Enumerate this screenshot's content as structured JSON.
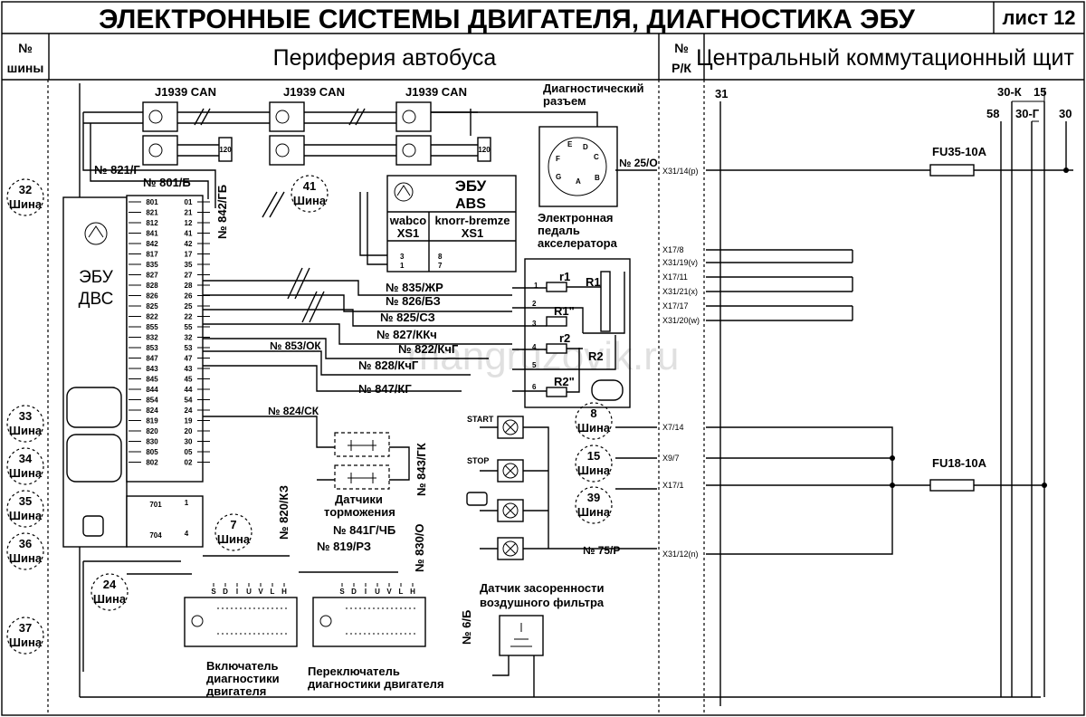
{
  "header": {
    "title": "ЭЛЕКТРОННЫЕ СИСТЕМЫ ДВИГАТЕЛЯ, ДИАГНОСТИКА ЭБУ",
    "sheet": "лист 12",
    "col_bus_no_1": "№",
    "col_bus_no_2": "шины",
    "section_left": "Периферия автобуса",
    "col_rk_1": "№",
    "col_rk_2": "Р/К",
    "section_right": "Центральный коммутационный щит"
  },
  "bus_tags": [
    {
      "num": "32",
      "label": "Шина"
    },
    {
      "num": "33",
      "label": "Шина"
    },
    {
      "num": "34",
      "label": "Шина"
    },
    {
      "num": "35",
      "label": "Шина"
    },
    {
      "num": "36",
      "label": "Шина"
    },
    {
      "num": "37",
      "label": "Шина"
    },
    {
      "num": "41",
      "label": "Шина"
    },
    {
      "num": "7",
      "label": "Шина"
    },
    {
      "num": "24",
      "label": "Шина"
    },
    {
      "num": "8",
      "label": "Шина"
    },
    {
      "num": "15",
      "label": "Шина"
    },
    {
      "num": "39",
      "label": "Шина"
    }
  ],
  "can": [
    "J1939 CAN",
    "J1939 CAN",
    "J1939 CAN"
  ],
  "diag_connector": {
    "line1": "Диагностический",
    "line2": "разъем"
  },
  "ecu_engine": {
    "line1": "ЭБУ",
    "line2": "ДВС"
  },
  "ecu_abs": {
    "line1": "ЭБУ",
    "line2": "ABS",
    "col1a": "wabco",
    "col1b": "XS1",
    "col2a": "knorr-bremze",
    "col2b": "XS1"
  },
  "pedal": {
    "line1": "Электронная",
    "line2": "педаль",
    "line3": "акселератора"
  },
  "wire_labels": [
    "№ 821/Г",
    "№ 801/Б",
    "№ 842/ГБ",
    "№ 835/ЖР",
    "№ 826/БЗ",
    "№ 825/СЗ",
    "№ 827/ККч",
    "№ 822/КчГ",
    "№ 828/КчГ",
    "№ 847/КГ",
    "№ 853/ОК",
    "№ 824/СК",
    "№ 843/ГК",
    "№ 841Г/ЧБ",
    "№ 819/РЗ",
    "№ 830/О",
    "№ 820/КЗ",
    "№ 6/Б",
    "№ 25/О",
    "№ 75/Р"
  ],
  "ecu_pins_left": [
    "801",
    "821",
    "812",
    "841",
    "842",
    "817",
    "835",
    "827",
    "828",
    "826",
    "825",
    "822",
    "855",
    "832",
    "853",
    "847",
    "843",
    "845",
    "844",
    "854",
    "824",
    "819",
    "820",
    "830",
    "805",
    "802"
  ],
  "ecu_pins_right": [
    "01",
    "21",
    "12",
    "41",
    "42",
    "17",
    "35",
    "27",
    "28",
    "26",
    "25",
    "22",
    "55",
    "32",
    "53",
    "47",
    "43",
    "45",
    "44",
    "54",
    "24",
    "19",
    "20",
    "30",
    "05",
    "02"
  ],
  "aux_pins": {
    "left1": "701",
    "left2": "704",
    "right1": "1",
    "right2": "4"
  },
  "abs_pins": [
    "3",
    "1",
    "8",
    "7"
  ],
  "pedal_parts": {
    "p1": "1",
    "p2": "2",
    "p3": "3",
    "p4": "4",
    "p5": "5",
    "p6": "6",
    "r1": "r1",
    "r1b": "R1",
    "r1s": "R1\"",
    "r2": "r2",
    "r2b": "R2",
    "r2s": "R2\""
  },
  "diag_pins": [
    "E",
    "D",
    "C",
    "F",
    "G",
    "A",
    "B"
  ],
  "lamps": {
    "start": "START",
    "stop": "STOP"
  },
  "brake_sensors": {
    "line1": "Датчики",
    "line2": "торможения"
  },
  "filter_sensor": {
    "line1": "Датчик засоренности",
    "line2": "воздушного фильтра"
  },
  "switch1": {
    "line1": "Включатель",
    "line2": "диагностики",
    "line3": "двигателя",
    "letters": [
      "S",
      "D",
      "I",
      "U",
      "V",
      "L",
      "H"
    ]
  },
  "switch2": {
    "line1": "Переключатель",
    "line2": "диагностики двигателя",
    "letters": [
      "S",
      "D",
      "I",
      "U",
      "V",
      "L",
      "H"
    ]
  },
  "rk_labels": [
    "X31/14(p)",
    "X17/8",
    "X31/19(v)",
    "X17/11",
    "X31/21(x)",
    "X17/17",
    "X31/20(w)",
    "X7/14",
    "X9/7",
    "X17/1",
    "X31/12(n)"
  ],
  "panel": {
    "l31": "31",
    "l30k": "30-К",
    "l15": "15",
    "l58": "58",
    "l30g": "30-Г",
    "l30": "30"
  },
  "fuses": [
    "FU35-10A",
    "FU18-10A"
  ],
  "watermark": "mangruzovik.ru"
}
